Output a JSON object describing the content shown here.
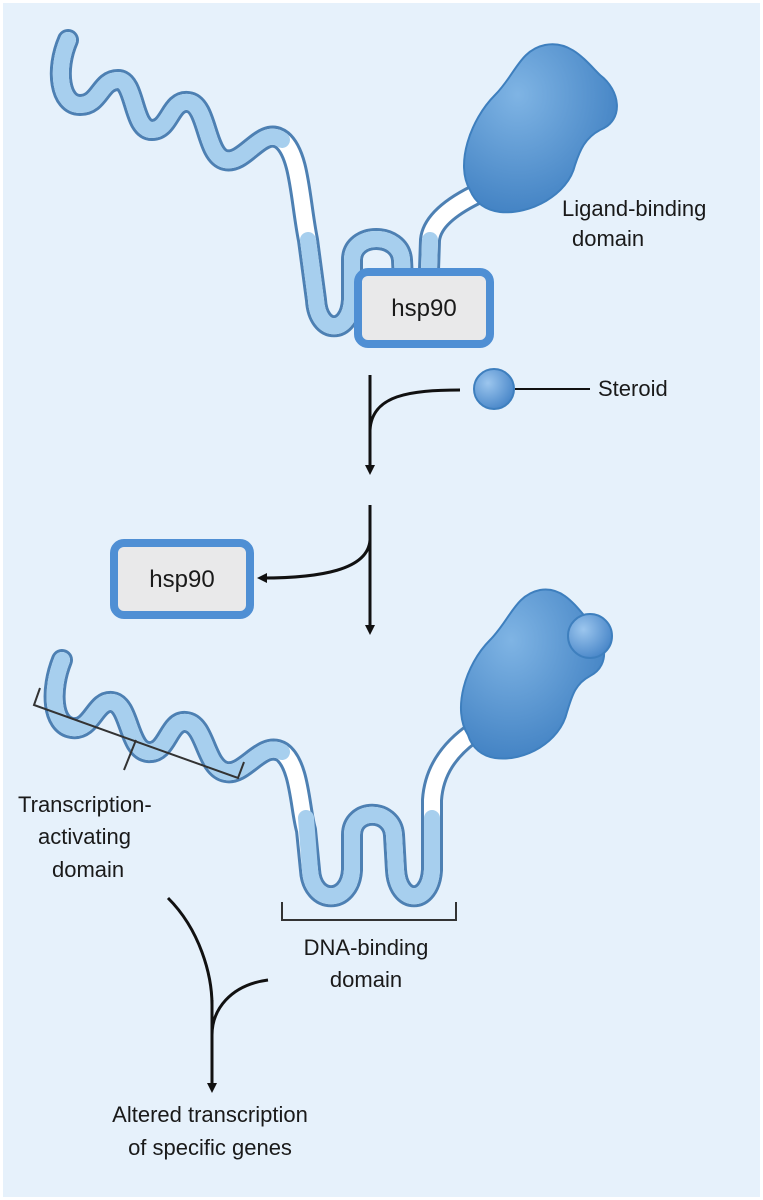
{
  "labels": {
    "ligand_binding": [
      "Ligand-binding",
      "domain"
    ],
    "steroid": "Steroid",
    "hsp90_bound": "hsp90",
    "hsp90_released": "hsp90",
    "transcription_activating": [
      "Transcription-",
      "activating",
      "domain"
    ],
    "dna_binding": [
      "DNA-binding",
      "domain"
    ],
    "altered_transcription": [
      "Altered transcription",
      "of specific genes"
    ]
  },
  "colors": {
    "background": "#e6f1fb",
    "strand_fill": "#ffffff",
    "strand_fill_blue": "#a7cfee",
    "strand_outline": "#4d80b3",
    "domain_blob": "#5f9ed8",
    "domain_blob_dark": "#3e7fbe",
    "box_border": "#4f8fd4",
    "box_fill": "#e9e9ea",
    "arrow": "#111111"
  }
}
